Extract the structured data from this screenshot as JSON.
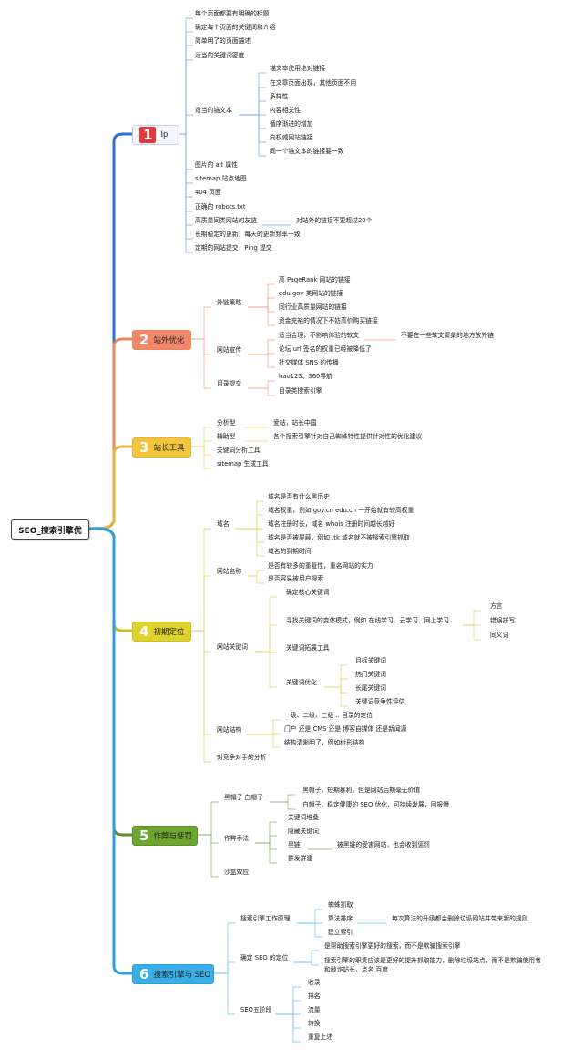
{
  "root": "SEO_搜索引擎优",
  "branches": [
    {
      "num": "1",
      "label": "Ip",
      "color": "#2e6fd4",
      "bg": "#e03a3a",
      "numColor": "#2b5fc7"
    },
    {
      "num": "2",
      "label": "站外优化",
      "color": "#e58a5a",
      "bg": "#f2876a"
    },
    {
      "num": "3",
      "label": "站长工具",
      "color": "#e3b33a",
      "bg": "#f2c53d"
    },
    {
      "num": "4",
      "label": "初期定位",
      "color": "#c9c12a",
      "bg": "#e0d22c"
    },
    {
      "num": "5",
      "label": "作弊与惩罚",
      "color": "#5c8f2a",
      "bg": "#6ea72f"
    },
    {
      "num": "6",
      "label": "搜索引擎与 SEO",
      "color": "#2c9fd9",
      "bg": "#3aaee6"
    }
  ],
  "nodes": {
    "b1": [
      "每个页面都要有明确的标题",
      "确定每个页面的关键词和介绍",
      "简单明了的页面描述",
      "适当的关键词密度",
      "适当的锚文本",
      "图片的 alt 属性",
      "sitemap 站点地图",
      "404 页面",
      "正确的 robots.txt",
      "高质量同类网站的友链",
      "长期稳定的更新，每天的更新频率一致",
      "定期的网站提交，Ping 提交"
    ],
    "b1_anchor": [
      "锚文本使用绝对链接",
      "在文章页面出现，其他页面不用",
      "多样性",
      "内容相关性",
      "循序渐进的增加",
      "向权威网站链接",
      "同一个锚文本的链接要一致"
    ],
    "b1_friend": "对站外的链接不要超过20个",
    "b2": [
      "外链策略",
      "网站宣传",
      "目录提交"
    ],
    "b2_links": [
      "高 PageRank 网站的链接",
      "edu gov 类网站的链接",
      "同行业高质量网站的链接",
      "资金充裕的情况下不妨高价购买链接"
    ],
    "b2_promo": [
      "适当合理，不影响体验的软文",
      "论坛 url 签名的权重已经被降低了",
      "社交媒体 SNS 的传播"
    ],
    "b2_promo_note": "不要在一些软文聚集的地方放外链",
    "b2_dir": [
      "hao123、360导航",
      "目录类搜索引擎"
    ],
    "b3": [
      "分析型",
      "辅助型",
      "关键词分析工具",
      "sitemap 生成工具"
    ],
    "b3_analysis": "爱站，站长中国",
    "b3_aux": "各个搜索引擎针对自己蜘蛛特性提供针对性的优化建议",
    "b4": [
      "域名",
      "网站名称",
      "网站关键词",
      "网站结构",
      "对竞争对手的分析"
    ],
    "b4_domain": [
      "域名是否有什么黑历史",
      "域名权重，例如 gov.cn edu.cn 一开始就有较高权重",
      "域名注册时长，域名 whois 注册时间越长越好",
      "域名是否被屏蔽，例如 .tk 域名就不被搜索引擎抓取",
      "域名的到期时间"
    ],
    "b4_name": [
      "是否有较多的重复性，重名网站的实力",
      "是否容易被用户搜索"
    ],
    "b4_kw": [
      "确定核心关键词",
      "寻找关键词的变体模式，例如 在线学习、云学习、网上学习",
      "关键词拓展工具",
      "关键词优化"
    ],
    "b4_variants": [
      "方言",
      "错误拼写",
      "同义词"
    ],
    "b4_opt": [
      "目标关键词",
      "热门关键词",
      "长尾关键词",
      "关键词竞争性评估"
    ],
    "b4_struct": [
      "一级、二级、三级 .. 目录的定位",
      "门户 还是 CMS 还是 博客自媒体 还是新闻源",
      "结构清晰明了，例如树形结构"
    ],
    "b5": [
      "黑帽子 白帽子",
      "作弊手法",
      "沙盒效应"
    ],
    "b5_hats": [
      "黑帽子，短期暴利，但是网站后期毫无价值",
      "白帽子，稳定健康的 SEO 优化，可持续发展，回报慢"
    ],
    "b5_cheat": [
      "关键词堆叠",
      "隐藏关键词",
      "黑链",
      "群发群建"
    ],
    "b5_blacklink": "被黑链的受害网站，也会收到惩罚",
    "b6": [
      "搜索引擎工作原理",
      "确定 SEO 的定位",
      "SEO五阶段"
    ],
    "b6_work": [
      "蜘蛛抓取",
      "算法排序",
      "建立索引"
    ],
    "b6_algo": "每次算法的升级都会删除垃圾网站并带来新的规则",
    "b6_pos": [
      "是帮助搜索引擎更好的搜索，而不是欺骗搜索引擎",
      "搜索引擎的职责应该是更好的提升抓取能力，删除垃圾站点，而不是欺骗使用者",
      "和敲诈站长，点名 百度"
    ],
    "b6_stages": [
      "收录",
      "排名",
      "流量",
      "转换",
      "重复上述"
    ]
  }
}
